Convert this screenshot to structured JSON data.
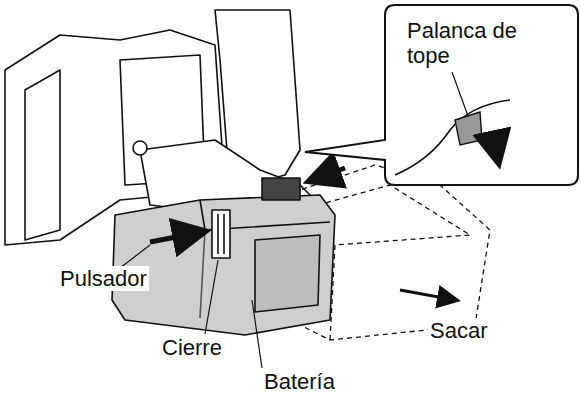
{
  "diagram": {
    "labels": [
      "Palanca de tope",
      "Pulsador",
      "Cierre",
      "Batería",
      "Sacar"
    ]
  }
}
